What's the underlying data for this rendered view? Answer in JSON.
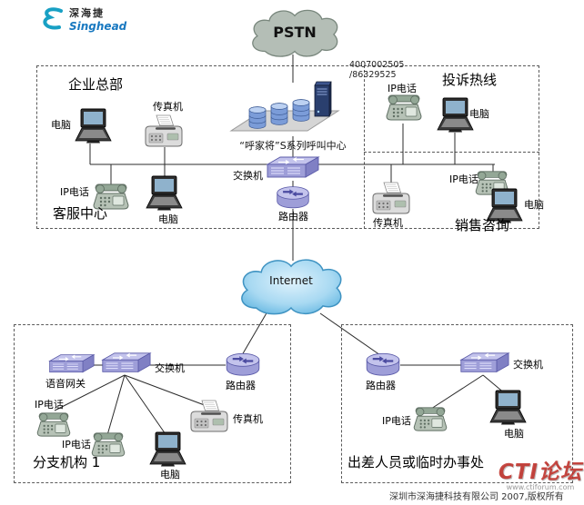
{
  "logo": {
    "company_cn": "深海捷",
    "brand_en": "Singhead"
  },
  "clouds": {
    "pstn": "PSTN",
    "internet": "Internet"
  },
  "device_labels": {
    "computer": "电脑",
    "fax": "传真机",
    "ip_phone": "IP电话",
    "switch": "交换机",
    "router": "路由器",
    "voice_gateway": "语音网关"
  },
  "hq": {
    "title": "企业总部",
    "phone_line1": "4007002505",
    "phone_line2": "/86329525",
    "call_center_caption": "“呼家将”S系列呼叫中心",
    "customer_service_title": "客服中心",
    "complaint_hotline_title": "投诉热线",
    "sales_title": "销售咨询"
  },
  "branch": {
    "title": "分支机构 1"
  },
  "travel_office": {
    "title": "出差人员或临时办事处"
  },
  "footer": {
    "copyright": "深圳市深海捷科技有限公司 2007,版权所有"
  },
  "watermark": {
    "title": "CTI论坛",
    "url": "www.ctiforum.com"
  },
  "colors": {
    "device_purple": "#9e9ed8",
    "cloud_blue": "#7cc4e8",
    "cloud_gray": "#b4beb6",
    "accent_teal": "#18a0c4"
  }
}
